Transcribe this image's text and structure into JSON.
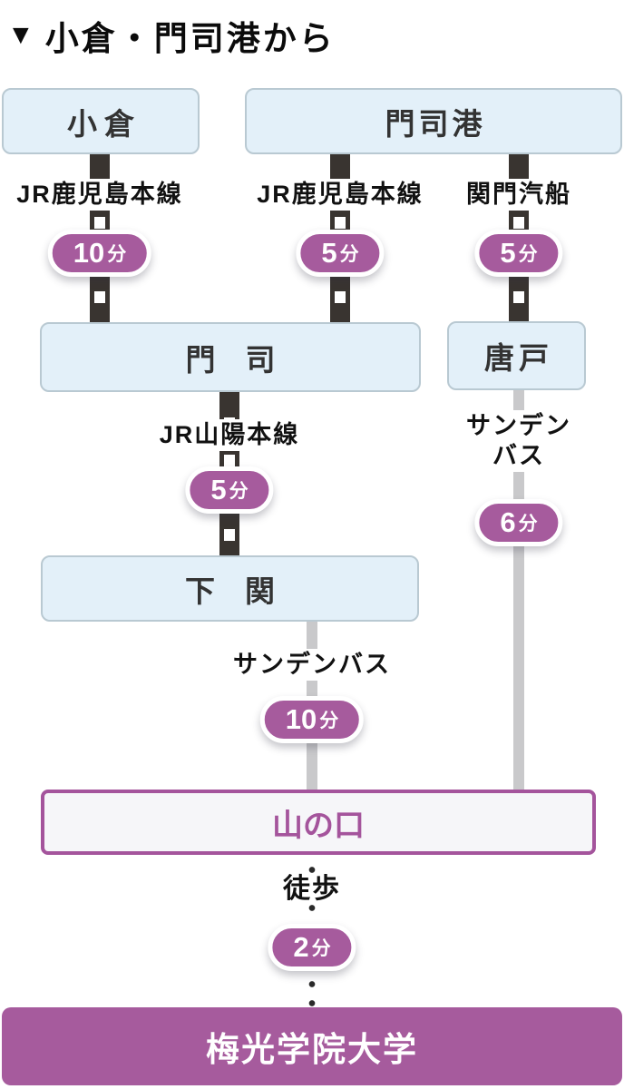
{
  "title": {
    "marker": "▼",
    "text": "小倉・門司港から"
  },
  "colors": {
    "accent_purple": "#a65b9d",
    "purple_border": "#a4549c",
    "station_blue_fill": "#e3f0f9",
    "station_blue_border": "#b9c9d2",
    "rail_dark": "#393430",
    "bus_gray": "#c9c9cb",
    "text_dark": "#333333",
    "badge_text": "#ffffff"
  },
  "stations": {
    "kokura": {
      "label": "小倉"
    },
    "mojiko": {
      "label": "門司港"
    },
    "moji": {
      "label": "門　司"
    },
    "karato": {
      "label": "唐戸"
    },
    "shimonoseki": {
      "label": "下　関"
    },
    "yamanokuchi": {
      "label": "山の口"
    },
    "university": {
      "label": "梅光学院大学"
    }
  },
  "legs": {
    "kokura_moji": {
      "line": "JR鹿児島本線",
      "mode": "rail",
      "duration": "10",
      "unit": "分"
    },
    "mojiko_moji": {
      "line": "JR鹿児島本線",
      "mode": "rail",
      "duration": "5",
      "unit": "分"
    },
    "mojiko_karato": {
      "line": "関門汽船",
      "mode": "ferry",
      "duration": "5",
      "unit": "分"
    },
    "moji_shimonoseki": {
      "line": "JR山陽本線",
      "mode": "rail",
      "duration": "5",
      "unit": "分"
    },
    "karato_yamanokuchi": {
      "line_l1": "サンデン",
      "line_l2": "バス",
      "mode": "bus",
      "duration": "6",
      "unit": "分"
    },
    "shimonoseki_yamanokuchi": {
      "line": "サンデンバス",
      "mode": "bus",
      "duration": "10",
      "unit": "分"
    },
    "yamanokuchi_university": {
      "line": "徒歩",
      "mode": "walk",
      "duration": "2",
      "unit": "分"
    }
  }
}
